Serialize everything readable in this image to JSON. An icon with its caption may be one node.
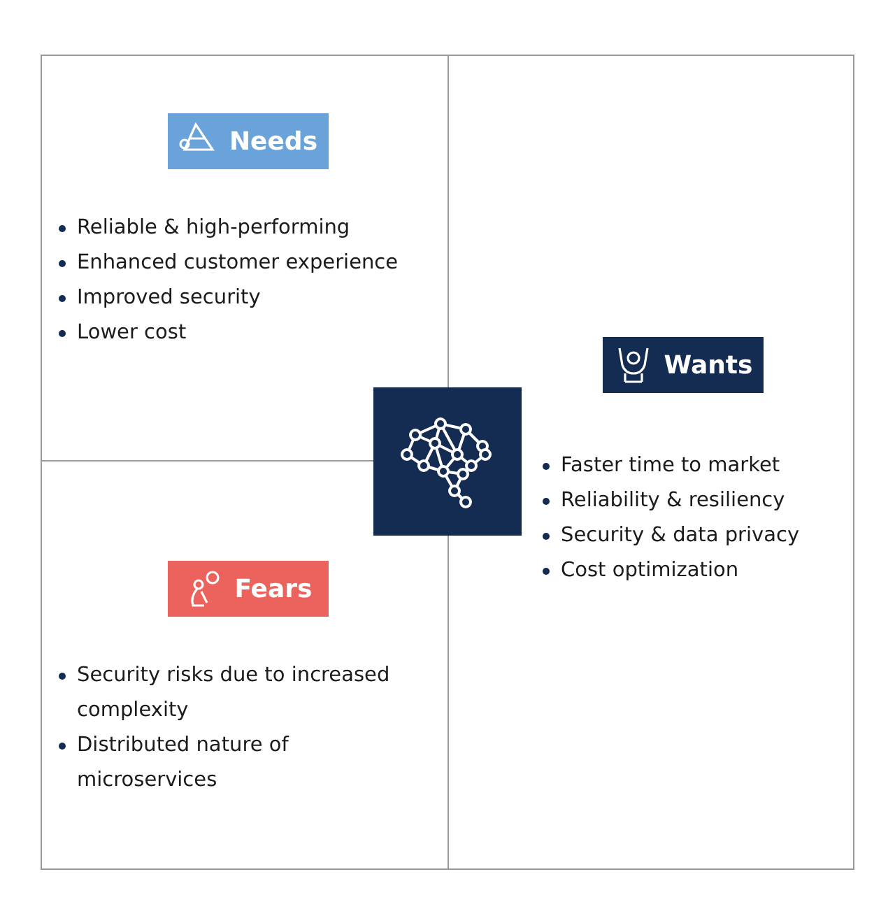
{
  "diagram": {
    "nodes": [
      {
        "text": [
          "Needs",
          "Reliable & high-performing",
          "Enhanced customer experience",
          "Improved security",
          "Lower cost"
        ]
      },
      {
        "text": [
          "Wants",
          "Faster time to market",
          "Reliability & resiliency",
          "Security & data privacy",
          "Cost optimization"
        ]
      },
      {
        "text": [
          "Fears",
          "Security risks due to increased complexity",
          "Distributed nature of microservices"
        ]
      }
    ],
    "edges": []
  }
}
